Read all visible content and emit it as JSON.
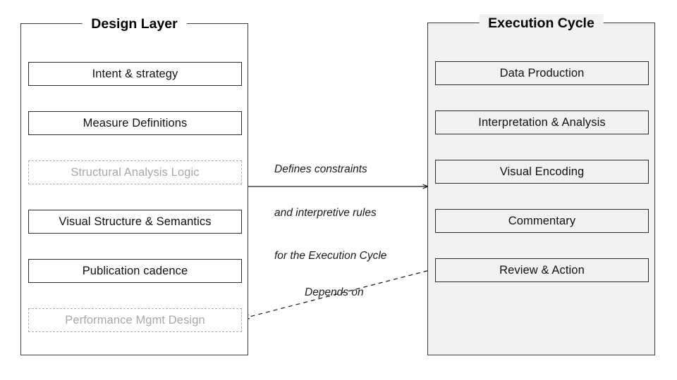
{
  "diagram": {
    "type": "flow-diagram",
    "background": "#ffffff",
    "groups": [
      {
        "id": "design-layer",
        "title": "Design Layer",
        "fill": "#ffffff",
        "border": "#3b3b3b",
        "nodes": [
          {
            "label": "Intent & strategy",
            "state": "active"
          },
          {
            "label": "Measure Definitions",
            "state": "active"
          },
          {
            "label": "Structural Analysis Logic",
            "state": "muted"
          },
          {
            "label": "Visual Structure & Semantics",
            "state": "active"
          },
          {
            "label": "Publication cadence",
            "state": "active"
          },
          {
            "label": "Performance Mgmt Design",
            "state": "muted"
          }
        ]
      },
      {
        "id": "execution-cycle",
        "title": "Execution Cycle",
        "fill": "#f1f1f1",
        "border": "#3b3b3b",
        "nodes": [
          {
            "label": "Data Production",
            "state": "active"
          },
          {
            "label": "Interpretation & Analysis",
            "state": "active"
          },
          {
            "label": "Visual Encoding",
            "state": "active"
          },
          {
            "label": "Commentary",
            "state": "active"
          },
          {
            "label": "Review & Action",
            "state": "active"
          }
        ]
      }
    ],
    "connectors": [
      {
        "id": "defines",
        "label_lines": [
          "Defines constraints",
          "and interpretive rules",
          "for the Execution Cycle"
        ],
        "style": "solid",
        "direction": "design-layer-to-execution-cycle"
      },
      {
        "id": "depends",
        "label": "Depends on",
        "style": "dashed",
        "direction": "review-and-action-to-performance-mgmt-design"
      }
    ],
    "colors": {
      "node_border": "#2b2b2b",
      "muted_border": "#adadad",
      "muted_text": "#a8a8a8",
      "arrow": "#1a1a1a",
      "muted_arrow": "#b4b4b4",
      "text": "#111111"
    }
  }
}
